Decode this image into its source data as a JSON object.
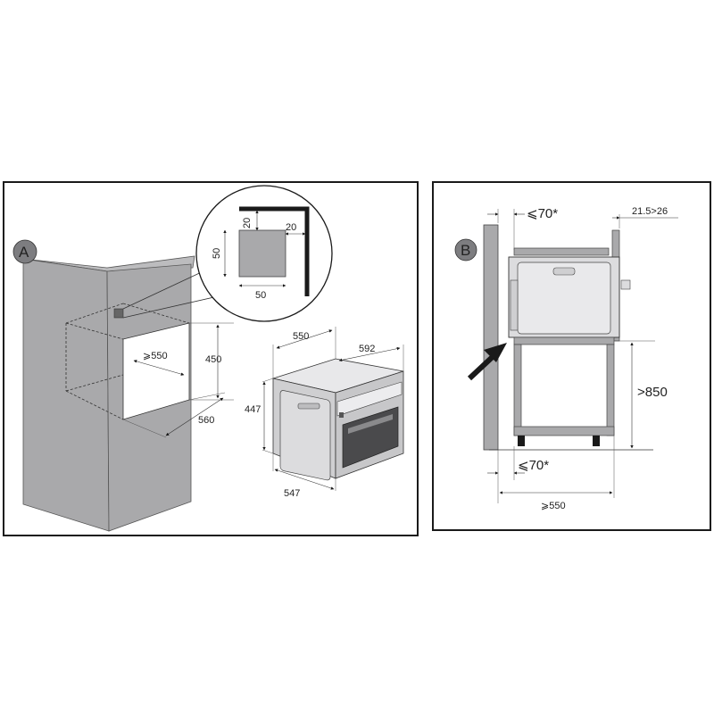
{
  "panel_a": {
    "badge": "A",
    "detail": {
      "notch_top": "20",
      "notch_right": "20",
      "vent_height": "50",
      "vent_width": "50"
    },
    "cabinet": {
      "opening_depth": "⩾550",
      "opening_height": "450",
      "opening_width": "560"
    },
    "oven": {
      "depth": "550",
      "width": "592",
      "height": "447",
      "front_width": "547"
    }
  },
  "panel_b": {
    "badge": "B",
    "top_gap": "⩽70*",
    "panel_thickness": "21.5>26",
    "height": ">850",
    "bottom_gap": "⩽70*",
    "depth": "⩾550"
  },
  "colors": {
    "cabinet_fill": "#a9a9ab",
    "badge_fill": "#7d7d80",
    "line": "#1a1a1a",
    "panel_light": "#dcdcde"
  }
}
